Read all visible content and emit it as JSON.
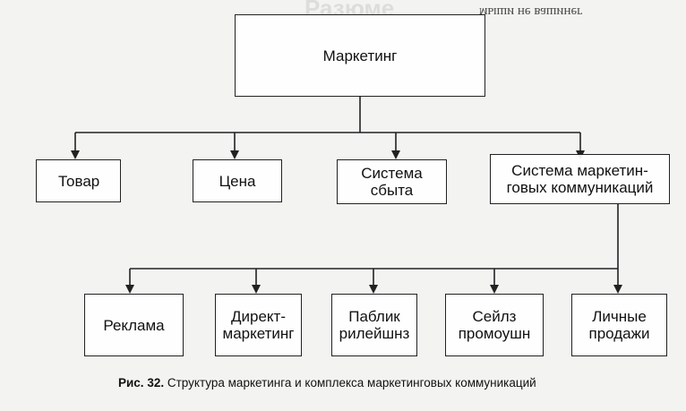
{
  "header": {
    "mirrored_text": "мыши не вашинег",
    "title_ghost": "Разюме"
  },
  "diagram": {
    "root": {
      "label": "Маркетинг"
    },
    "level1": [
      {
        "label": "Товар"
      },
      {
        "label": "Цена"
      },
      {
        "label": "Система\nсбыта"
      },
      {
        "label": "Система маркетин-\nговых коммуникаций"
      }
    ],
    "level2": [
      {
        "label": "Реклама"
      },
      {
        "label": "Директ-\nмаркетинг"
      },
      {
        "label": "Паблик\nрилейшнз"
      },
      {
        "label": "Сейлз\nпромоушн"
      },
      {
        "label": "Личные\nпродажи"
      }
    ]
  },
  "caption": {
    "number": "Рис. 32.",
    "text": "Структура маркетинга и комплекса маркетинговых коммуникаций"
  }
}
